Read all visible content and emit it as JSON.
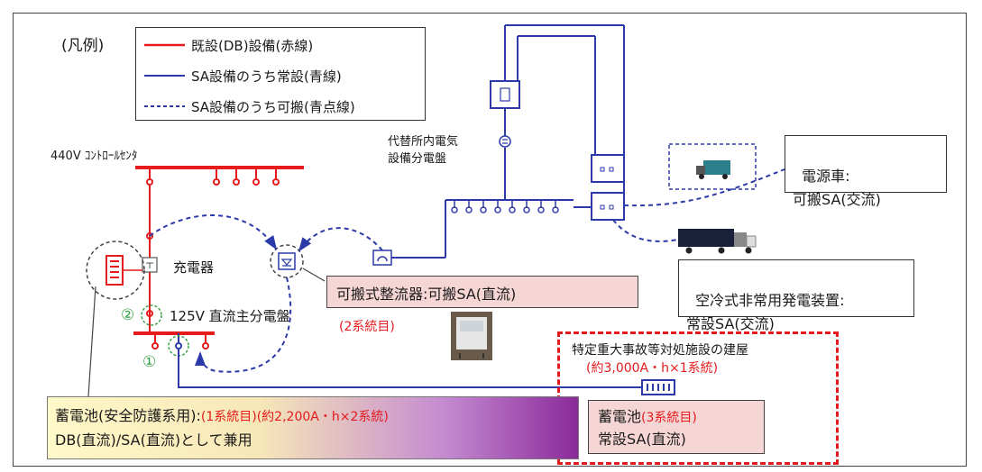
{
  "legend": {
    "title": "(凡例)",
    "items": [
      {
        "label": "既設(DB)設備(赤線)",
        "style": "solid-red",
        "color": "#e41a1c"
      },
      {
        "label": "SA設備のうち常設(青線)",
        "style": "solid-blue",
        "color": "#2b3aa8"
      },
      {
        "label": "SA設備のうち可搬(青点線)",
        "style": "dashed-blue",
        "color": "#2b3aa8"
      }
    ]
  },
  "labels": {
    "control_center": "440V ｺﾝﾄﾛｰﾙｾﾝﾀ",
    "alt_panel": "代替所内電気\n設備分電盤",
    "charger": "充電器",
    "dc_main": "125V 直流主分電盤",
    "circle_1": "①",
    "circle_2": "②",
    "system2_note": "(2系統目)"
  },
  "boxes": {
    "power_car": "電源車:\n可搬SA(交流)",
    "air_gen": "空冷式非常用発電装置:\n常設SA(交流)",
    "rectifier": "可搬式整流器:可搬SA(直流)",
    "building_title": "特定重大事故等対処施設の建屋",
    "building_capacity": "(約3,000A・h×1系統)",
    "battery3_main": "蓄電池",
    "battery3_sys": "(3系統目)",
    "battery3_sub": "常設SA(直流)",
    "battery_main": "蓄電池(安全防護系用):",
    "battery_sys": "(1系統目)(約2,200A・h×2系統)",
    "battery_sub": "DB(直流)/SA(直流)として兼用"
  },
  "colors": {
    "red": "#e41a1c",
    "blue": "#2b3aa8",
    "green": "#3aa34a",
    "pinkbox": "#f6d5d5",
    "redtext": "#e41a1c"
  }
}
